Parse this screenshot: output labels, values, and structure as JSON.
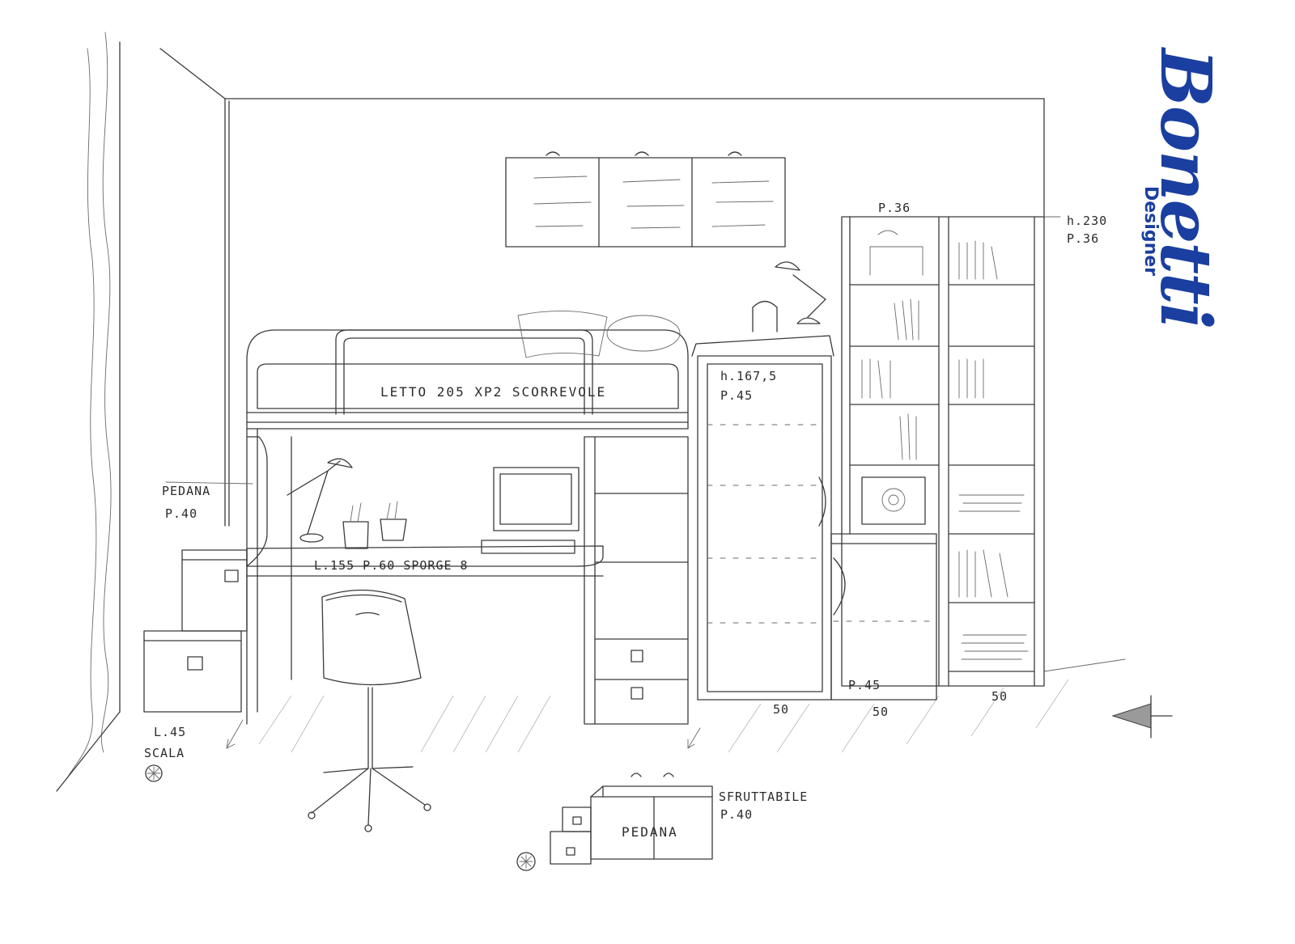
{
  "logo": {
    "brand": "Bonetti",
    "tagline": "Designer",
    "color": "#1a3fa0"
  },
  "annotations": {
    "bed": "LETTO 205 XP2 SCORREVOLE",
    "desk": "L.155 P.60 SPORGE 8",
    "pedana_side_label": "PEDANA",
    "pedana_side_depth": "P.40",
    "wardrobe_height": "h.167,5",
    "wardrobe_depth": "P.45",
    "bookcase_top_depth": "P.36",
    "bookcase_height": "h.230",
    "bookcase_depth": "P.36",
    "lower_cabinet_depth": "P.45",
    "width_1": "50",
    "width_2": "50",
    "width_3": "50",
    "stair_width": "L.45",
    "stair_label": "SCALA",
    "pedana_bottom_label": "PEDANA",
    "pedana_bottom_note": "SFRUTTABILE",
    "pedana_bottom_depth": "P.40"
  },
  "icons": [
    "star-circle-icon",
    "direction-arrow-icon"
  ]
}
